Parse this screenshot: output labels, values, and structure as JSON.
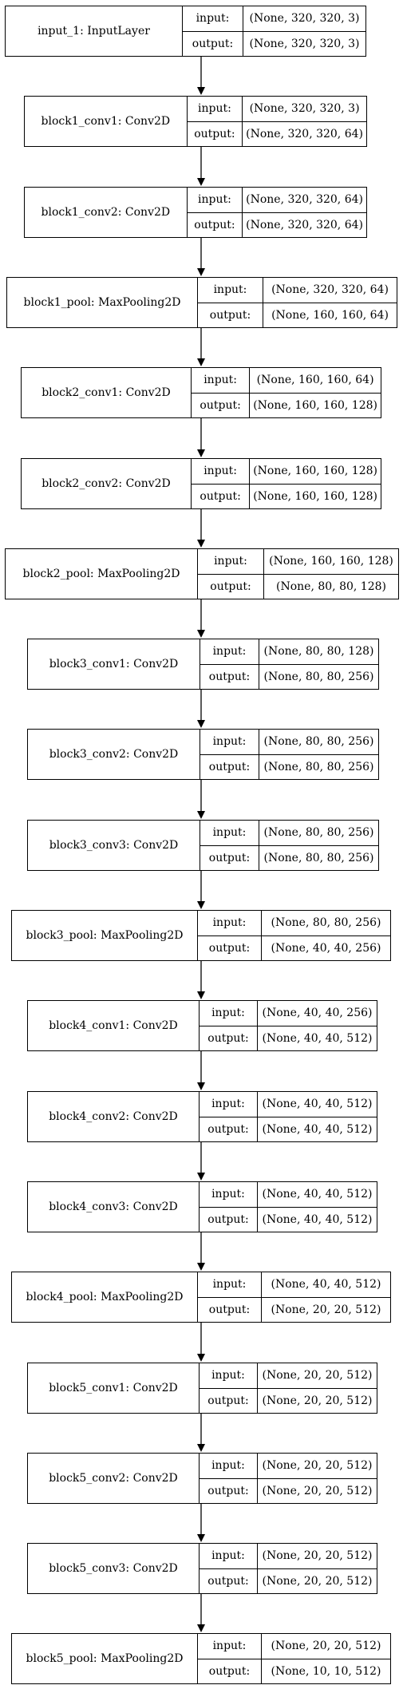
{
  "diagram": {
    "input_label": "input:",
    "output_label": "output:",
    "layers": [
      {
        "name": "input_1: InputLayer",
        "input": "(None, 320, 320, 3)",
        "output": "(None, 320, 320, 3)"
      },
      {
        "name": "block1_conv1: Conv2D",
        "input": "(None, 320, 320, 3)",
        "output": "(None, 320, 320, 64)"
      },
      {
        "name": "block1_conv2: Conv2D",
        "input": "(None, 320, 320, 64)",
        "output": "(None, 320, 320, 64)"
      },
      {
        "name": "block1_pool: MaxPooling2D",
        "input": "(None, 320, 320, 64)",
        "output": "(None, 160, 160, 64)"
      },
      {
        "name": "block2_conv1: Conv2D",
        "input": "(None, 160, 160, 64)",
        "output": "(None, 160, 160, 128)"
      },
      {
        "name": "block2_conv2: Conv2D",
        "input": "(None, 160, 160, 128)",
        "output": "(None, 160, 160, 128)"
      },
      {
        "name": "block2_pool: MaxPooling2D",
        "input": "(None, 160, 160, 128)",
        "output": "(None, 80, 80, 128)"
      },
      {
        "name": "block3_conv1: Conv2D",
        "input": "(None, 80, 80, 128)",
        "output": "(None, 80, 80, 256)"
      },
      {
        "name": "block3_conv2: Conv2D",
        "input": "(None, 80, 80, 256)",
        "output": "(None, 80, 80, 256)"
      },
      {
        "name": "block3_conv3: Conv2D",
        "input": "(None, 80, 80, 256)",
        "output": "(None, 80, 80, 256)"
      },
      {
        "name": "block3_pool: MaxPooling2D",
        "input": "(None, 80, 80, 256)",
        "output": "(None, 40, 40, 256)"
      },
      {
        "name": "block4_conv1: Conv2D",
        "input": "(None, 40, 40, 256)",
        "output": "(None, 40, 40, 512)"
      },
      {
        "name": "block4_conv2: Conv2D",
        "input": "(None, 40, 40, 512)",
        "output": "(None, 40, 40, 512)"
      },
      {
        "name": "block4_conv3: Conv2D",
        "input": "(None, 40, 40, 512)",
        "output": "(None, 40, 40, 512)"
      },
      {
        "name": "block4_pool: MaxPooling2D",
        "input": "(None, 40, 40, 512)",
        "output": "(None, 20, 20, 512)"
      },
      {
        "name": "block5_conv1: Conv2D",
        "input": "(None, 20, 20, 512)",
        "output": "(None, 20, 20, 512)"
      },
      {
        "name": "block5_conv2: Conv2D",
        "input": "(None, 20, 20, 512)",
        "output": "(None, 20, 20, 512)"
      },
      {
        "name": "block5_conv3: Conv2D",
        "input": "(None, 20, 20, 512)",
        "output": "(None, 20, 20, 512)"
      },
      {
        "name": "block5_pool: MaxPooling2D",
        "input": "(None, 20, 20, 512)",
        "output": "(None, 10, 10, 512)"
      }
    ]
  }
}
